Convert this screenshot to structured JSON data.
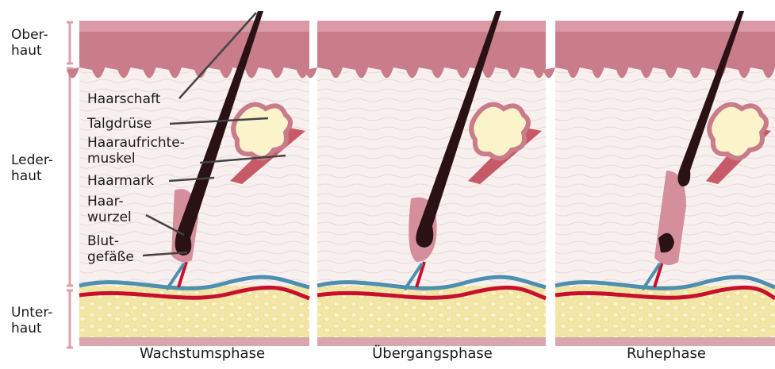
{
  "layers": {
    "epidermis": "Ober-\nhaut",
    "dermis": "Leder-\nhaut",
    "subcutis": "Unter-\nhaut"
  },
  "callouts": {
    "hair_shaft": "Haarschaft",
    "sebaceous_gland": "Talgdrüse",
    "arrector_muscle": "Haaraufrichte-\nmuskel",
    "medulla": "Haarmark",
    "hair_root": "Haar-\nwurzel",
    "blood_vessels": "Blut-\ngefäße"
  },
  "phases": [
    "Wachstumsphase",
    "Übergangsphase",
    "Ruhephase"
  ],
  "colors": {
    "skin_top": "#c97c8a",
    "skin_band": "#d99aa5",
    "dermis": "#f8efef",
    "fat": "#f2e6a6",
    "hair": "#2a1214",
    "follicle": "#d58f9c",
    "artery": "#c8102e",
    "vein": "#4d8fb0",
    "bracket": "#d9a0aa",
    "muscle": "#c65a66"
  }
}
